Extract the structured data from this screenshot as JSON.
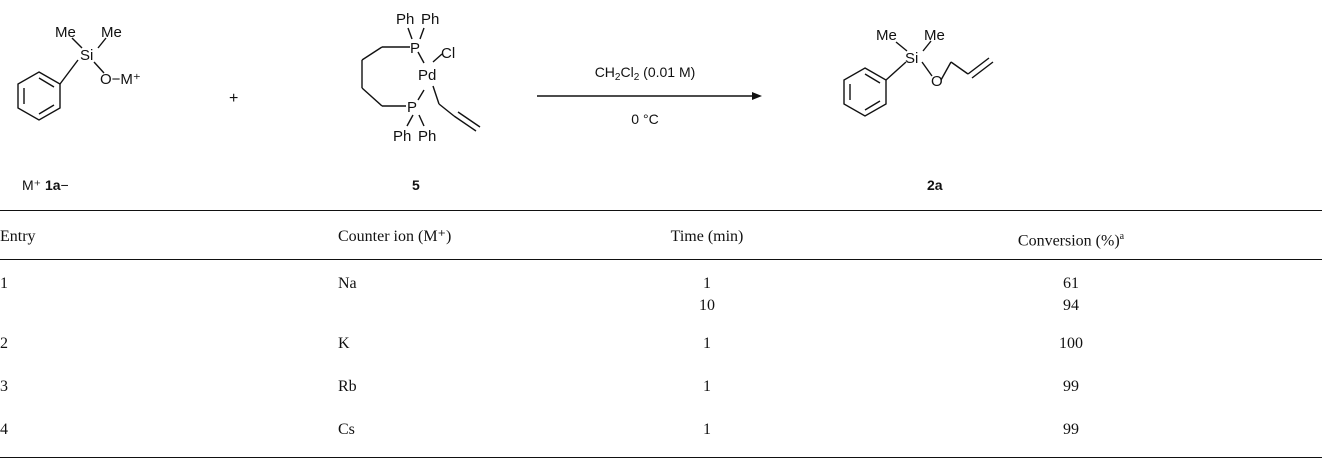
{
  "scheme": {
    "reactant1": {
      "me_left": "Me",
      "me_right": "Me",
      "si": "Si",
      "o_m": "O−M⁺",
      "label_prefix": "M⁺",
      "label_bold": "1a",
      "label_suffix": "−"
    },
    "plus": "+",
    "reactant2": {
      "ph1": "Ph",
      "ph2": "Ph",
      "ph3": "Ph",
      "ph4": "Ph",
      "p_top": "P",
      "p_bottom": "P",
      "pd": "Pd",
      "cl": "Cl",
      "label": "5"
    },
    "conditions": {
      "solvent_prefix": "CH",
      "solvent_sub1": "2",
      "solvent_mid": "Cl",
      "solvent_sub2": "2",
      "solvent_suffix": " (0.01 M)",
      "temperature": "0 °C"
    },
    "product": {
      "me_left": "Me",
      "me_right": "Me",
      "si": "Si",
      "o": "O",
      "label": "2a"
    }
  },
  "table": {
    "headers": {
      "entry": "Entry",
      "counter_ion": "Counter ion (M⁺)",
      "time": "Time (min)",
      "conversion": "Conversion (%)",
      "conversion_note": "a"
    },
    "rows": [
      {
        "entry": "1",
        "ion": "Na",
        "time": "1",
        "conversion": "61"
      },
      {
        "entry": "",
        "ion": "",
        "time": "10",
        "conversion": "94"
      },
      {
        "entry": "2",
        "ion": "K",
        "time": "1",
        "conversion": "100"
      },
      {
        "entry": "3",
        "ion": "Rb",
        "time": "1",
        "conversion": "99"
      },
      {
        "entry": "4",
        "ion": "Cs",
        "time": "1",
        "conversion": "99"
      }
    ]
  }
}
